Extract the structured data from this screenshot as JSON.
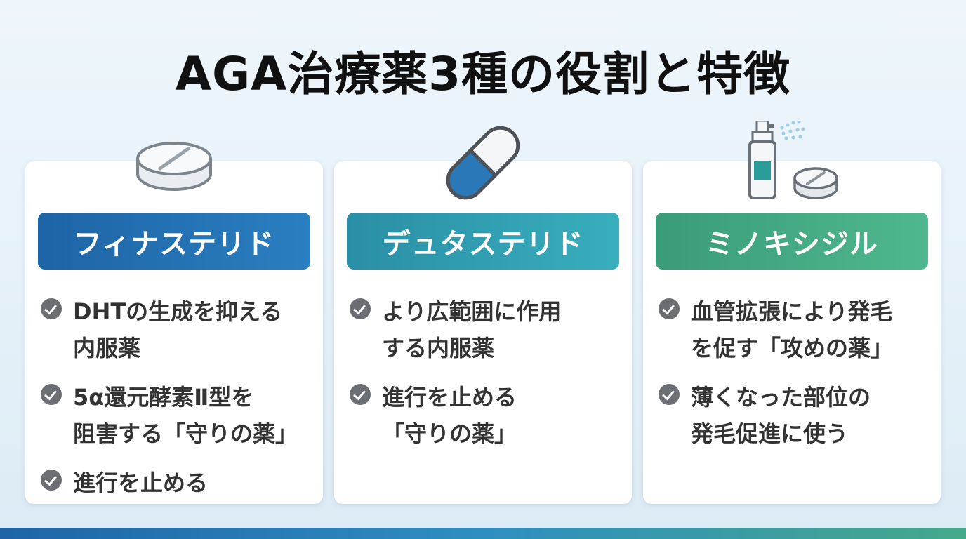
{
  "title": "AGA治療薬3種の役割と特徴",
  "cards": [
    {
      "icon": "tablet-icon",
      "name": "フィナステリド",
      "color": "#1e64a6",
      "points": [
        "DHTの生成を抑える\n内服薬",
        "5α還元酵素Ⅱ型を\n阻害する「守りの薬」",
        "進行を止める"
      ]
    },
    {
      "icon": "capsule-icon",
      "name": "デュタステリド",
      "color": "#2a8fa6",
      "points": [
        "より広範囲に作用\nする内服薬",
        "進行を止める\n「守りの薬」"
      ]
    },
    {
      "icon": "spray-and-tablet-icon",
      "name": "ミノキシジル",
      "color": "#3a9c77",
      "points": [
        "血管拡張により発毛\nを促す「攻めの薬」",
        "薄くなった部位の\n発毛促進に使う"
      ]
    }
  ]
}
